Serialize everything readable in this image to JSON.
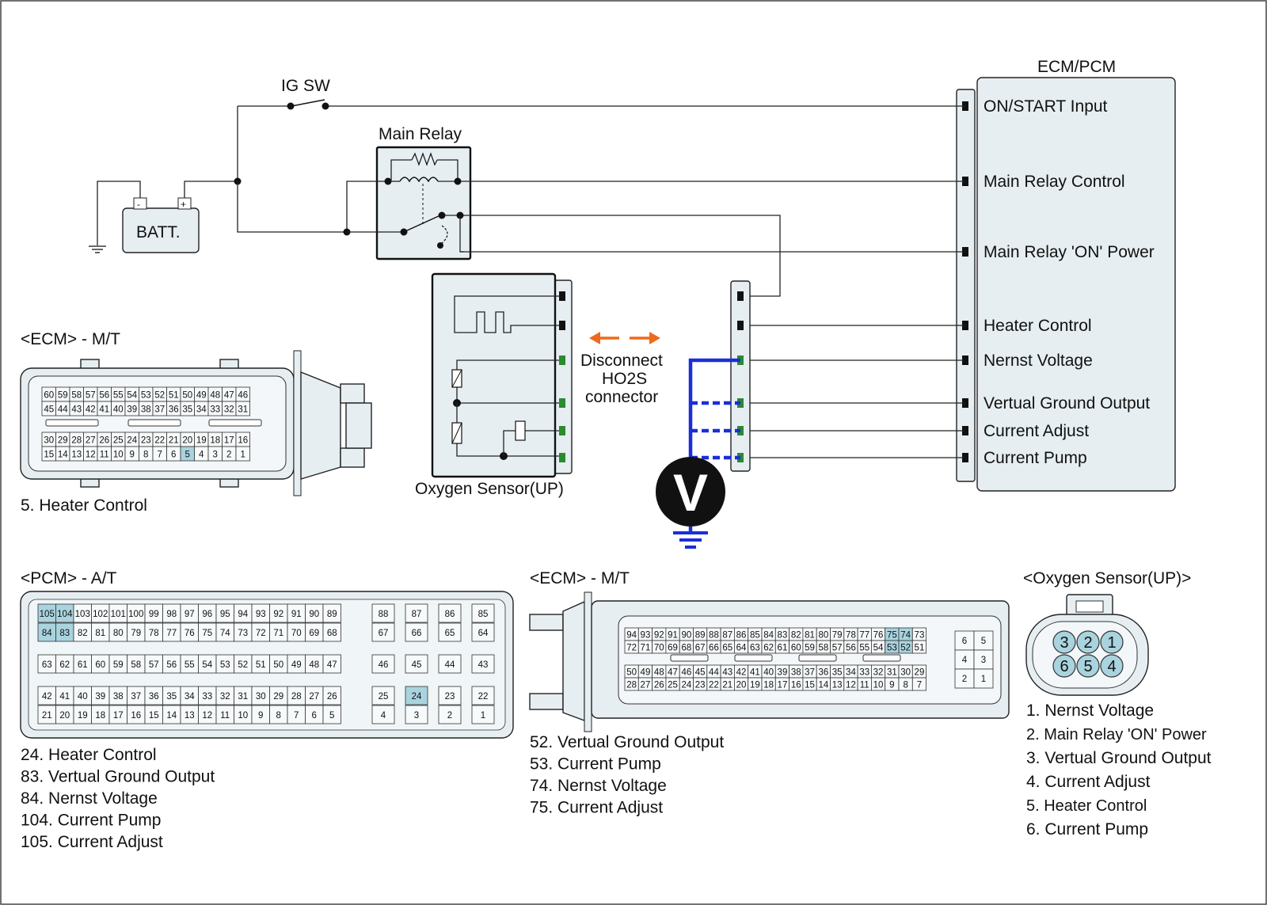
{
  "ecm_pcm_box": {
    "title": "ECM/PCM",
    "pins": [
      "ON/START Input",
      "Main Relay Control",
      "Main Relay 'ON' Power",
      "Heater Control",
      "Nernst Voltage",
      "Vertual Ground Output",
      "Current Adjust",
      "Current Pump"
    ]
  },
  "ig_sw": "IG SW",
  "main_relay": "Main Relay",
  "battery": {
    "label": "BATT.",
    "neg": "-",
    "pos": "+"
  },
  "oxygen_sensor": "Oxygen Sensor(UP)",
  "disconnect_note": [
    "Disconnect",
    "HO2S",
    "connector"
  ],
  "voltmeter": "V",
  "ecm_mt_top": {
    "title": "<ECM> - M/T",
    "row1": [
      "60",
      "59",
      "58",
      "57",
      "56",
      "55",
      "54",
      "53",
      "52",
      "51",
      "50",
      "49",
      "48",
      "47",
      "46"
    ],
    "row2": [
      "45",
      "44",
      "43",
      "42",
      "41",
      "40",
      "39",
      "38",
      "37",
      "36",
      "35",
      "34",
      "33",
      "32",
      "31"
    ],
    "row3": [
      "30",
      "29",
      "28",
      "27",
      "26",
      "25",
      "24",
      "23",
      "22",
      "21",
      "20",
      "19",
      "18",
      "17",
      "16"
    ],
    "row4": [
      "15",
      "14",
      "13",
      "12",
      "11",
      "10",
      "9",
      "8",
      "7",
      "6",
      "5",
      "4",
      "3",
      "2",
      "1"
    ],
    "highlighted": [
      "5"
    ],
    "legend": "5. Heater Control"
  },
  "pcm_at": {
    "title": "<PCM> - A/T",
    "rowA_main": [
      "105",
      "104",
      "103",
      "102",
      "101",
      "100",
      "99",
      "98",
      "97",
      "96",
      "95",
      "94",
      "93",
      "92",
      "91",
      "90",
      "89"
    ],
    "rowA_side": [
      "88",
      "87",
      "86",
      "85"
    ],
    "rowB_main": [
      "84",
      "83",
      "82",
      "81",
      "80",
      "79",
      "78",
      "77",
      "76",
      "75",
      "74",
      "73",
      "72",
      "71",
      "70",
      "69",
      "68"
    ],
    "rowB_side": [
      "67",
      "66",
      "65",
      "64"
    ],
    "rowC_main": [
      "63",
      "62",
      "61",
      "60",
      "59",
      "58",
      "57",
      "56",
      "55",
      "54",
      "53",
      "52",
      "51",
      "50",
      "49",
      "48",
      "47"
    ],
    "rowC_side": [
      "46",
      "45",
      "44",
      "43"
    ],
    "rowD_main": [
      "42",
      "41",
      "40",
      "39",
      "38",
      "37",
      "36",
      "35",
      "34",
      "33",
      "32",
      "31",
      "30",
      "29",
      "28",
      "27",
      "26"
    ],
    "rowD_side": [
      "25",
      "24",
      "23",
      "22"
    ],
    "rowE_main": [
      "21",
      "20",
      "19",
      "18",
      "17",
      "16",
      "15",
      "14",
      "13",
      "12",
      "11",
      "10",
      "9",
      "8",
      "7",
      "6",
      "5"
    ],
    "rowE_side": [
      "4",
      "3",
      "2",
      "1"
    ],
    "highlighted": [
      "105",
      "104",
      "84",
      "83",
      "24"
    ],
    "legend": [
      "24. Heater Control",
      "83. Vertual Ground Output",
      "84. Nernst Voltage",
      "104. Current Pump",
      "105. Current Adjust"
    ]
  },
  "ecm_mt_bottom": {
    "title": "<ECM> - M/T",
    "row1": [
      "94",
      "93",
      "92",
      "91",
      "90",
      "89",
      "88",
      "87",
      "86",
      "85",
      "84",
      "83",
      "82",
      "81",
      "80",
      "79",
      "78",
      "77",
      "76",
      "75",
      "74",
      "73"
    ],
    "row2": [
      "72",
      "71",
      "70",
      "69",
      "68",
      "67",
      "66",
      "65",
      "64",
      "63",
      "62",
      "61",
      "60",
      "59",
      "58",
      "57",
      "56",
      "55",
      "54",
      "53",
      "52",
      "51"
    ],
    "row3": [
      "50",
      "49",
      "48",
      "47",
      "46",
      "45",
      "44",
      "43",
      "42",
      "41",
      "40",
      "39",
      "38",
      "37",
      "36",
      "35",
      "34",
      "33",
      "32",
      "31",
      "30",
      "29"
    ],
    "row4": [
      "28",
      "27",
      "26",
      "25",
      "24",
      "23",
      "22",
      "21",
      "20",
      "19",
      "18",
      "17",
      "16",
      "15",
      "14",
      "13",
      "12",
      "11",
      "10",
      "9",
      "8",
      "7"
    ],
    "side": [
      [
        "6",
        "5"
      ],
      [
        "4",
        "3"
      ],
      [
        "2",
        "1"
      ]
    ],
    "highlighted": [
      "75",
      "74",
      "53",
      "52"
    ],
    "legend": [
      "52. Vertual Ground Output",
      "53. Current Pump",
      "74. Nernst Voltage",
      "75. Current Adjust"
    ]
  },
  "o2_connector": {
    "title": "<Oxygen Sensor(UP)>",
    "top_pins": [
      "3",
      "2",
      "1"
    ],
    "bottom_pins": [
      "6",
      "5",
      "4"
    ],
    "legend": [
      {
        "text": "1. Nernst Voltage",
        "color": "#2c8a2f"
      },
      {
        "text": "2. Main Relay 'ON' Power",
        "color": "#111111"
      },
      {
        "text": "3. Vertual Ground Output",
        "color": "#2c8a2f"
      },
      {
        "text": "4. Current Adjust",
        "color": "#2c8a2f"
      },
      {
        "text": "5. Heater Control",
        "color": "#111111"
      },
      {
        "text": "6. Current Pump",
        "color": "#2c8a2f"
      }
    ]
  },
  "colors": {
    "highlight": "#a9d3de",
    "housing": "#e6eef1",
    "probe": "#1a2ed8",
    "arrow": "#ee6a1e",
    "green_pin": "#2c8a2f"
  }
}
